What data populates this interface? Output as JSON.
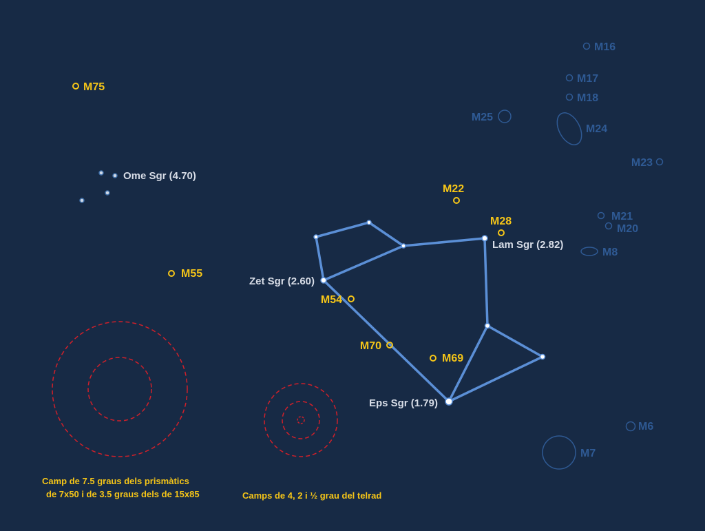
{
  "colors": {
    "background": "#172a45",
    "constellation_line": "#5b8fd6",
    "highlight": "#f5c518",
    "faint": "#2f5a94",
    "star_label": "#d7dce6",
    "field_circle": "#d0202a"
  },
  "constellation_stars": [
    {
      "label": "Zet Sgr (2.60)"
    },
    {
      "label": "Lam Sgr (2.82)"
    },
    {
      "label": "Eps Sgr (1.79)"
    }
  ],
  "other_stars": [
    {
      "label": "Ome Sgr (4.70)"
    }
  ],
  "highlighted_objects": [
    {
      "label": "M75"
    },
    {
      "label": "M22"
    },
    {
      "label": "M28"
    },
    {
      "label": "M55"
    },
    {
      "label": "M54"
    },
    {
      "label": "M70"
    },
    {
      "label": "M69"
    }
  ],
  "faint_objects": [
    {
      "label": "M16"
    },
    {
      "label": "M17"
    },
    {
      "label": "M18"
    },
    {
      "label": "M25"
    },
    {
      "label": "M24"
    },
    {
      "label": "M23"
    },
    {
      "label": "M21"
    },
    {
      "label": "M20"
    },
    {
      "label": "M8"
    },
    {
      "label": "M6"
    },
    {
      "label": "M7"
    }
  ],
  "captions": {
    "binoculars_line1": "Camp de 7.5 graus dels prismàtics",
    "binoculars_line2": "de 7x50 i de 3.5 graus dels de 15x85",
    "telrad": "Camps de 4, 2 i ½ grau del telrad"
  }
}
